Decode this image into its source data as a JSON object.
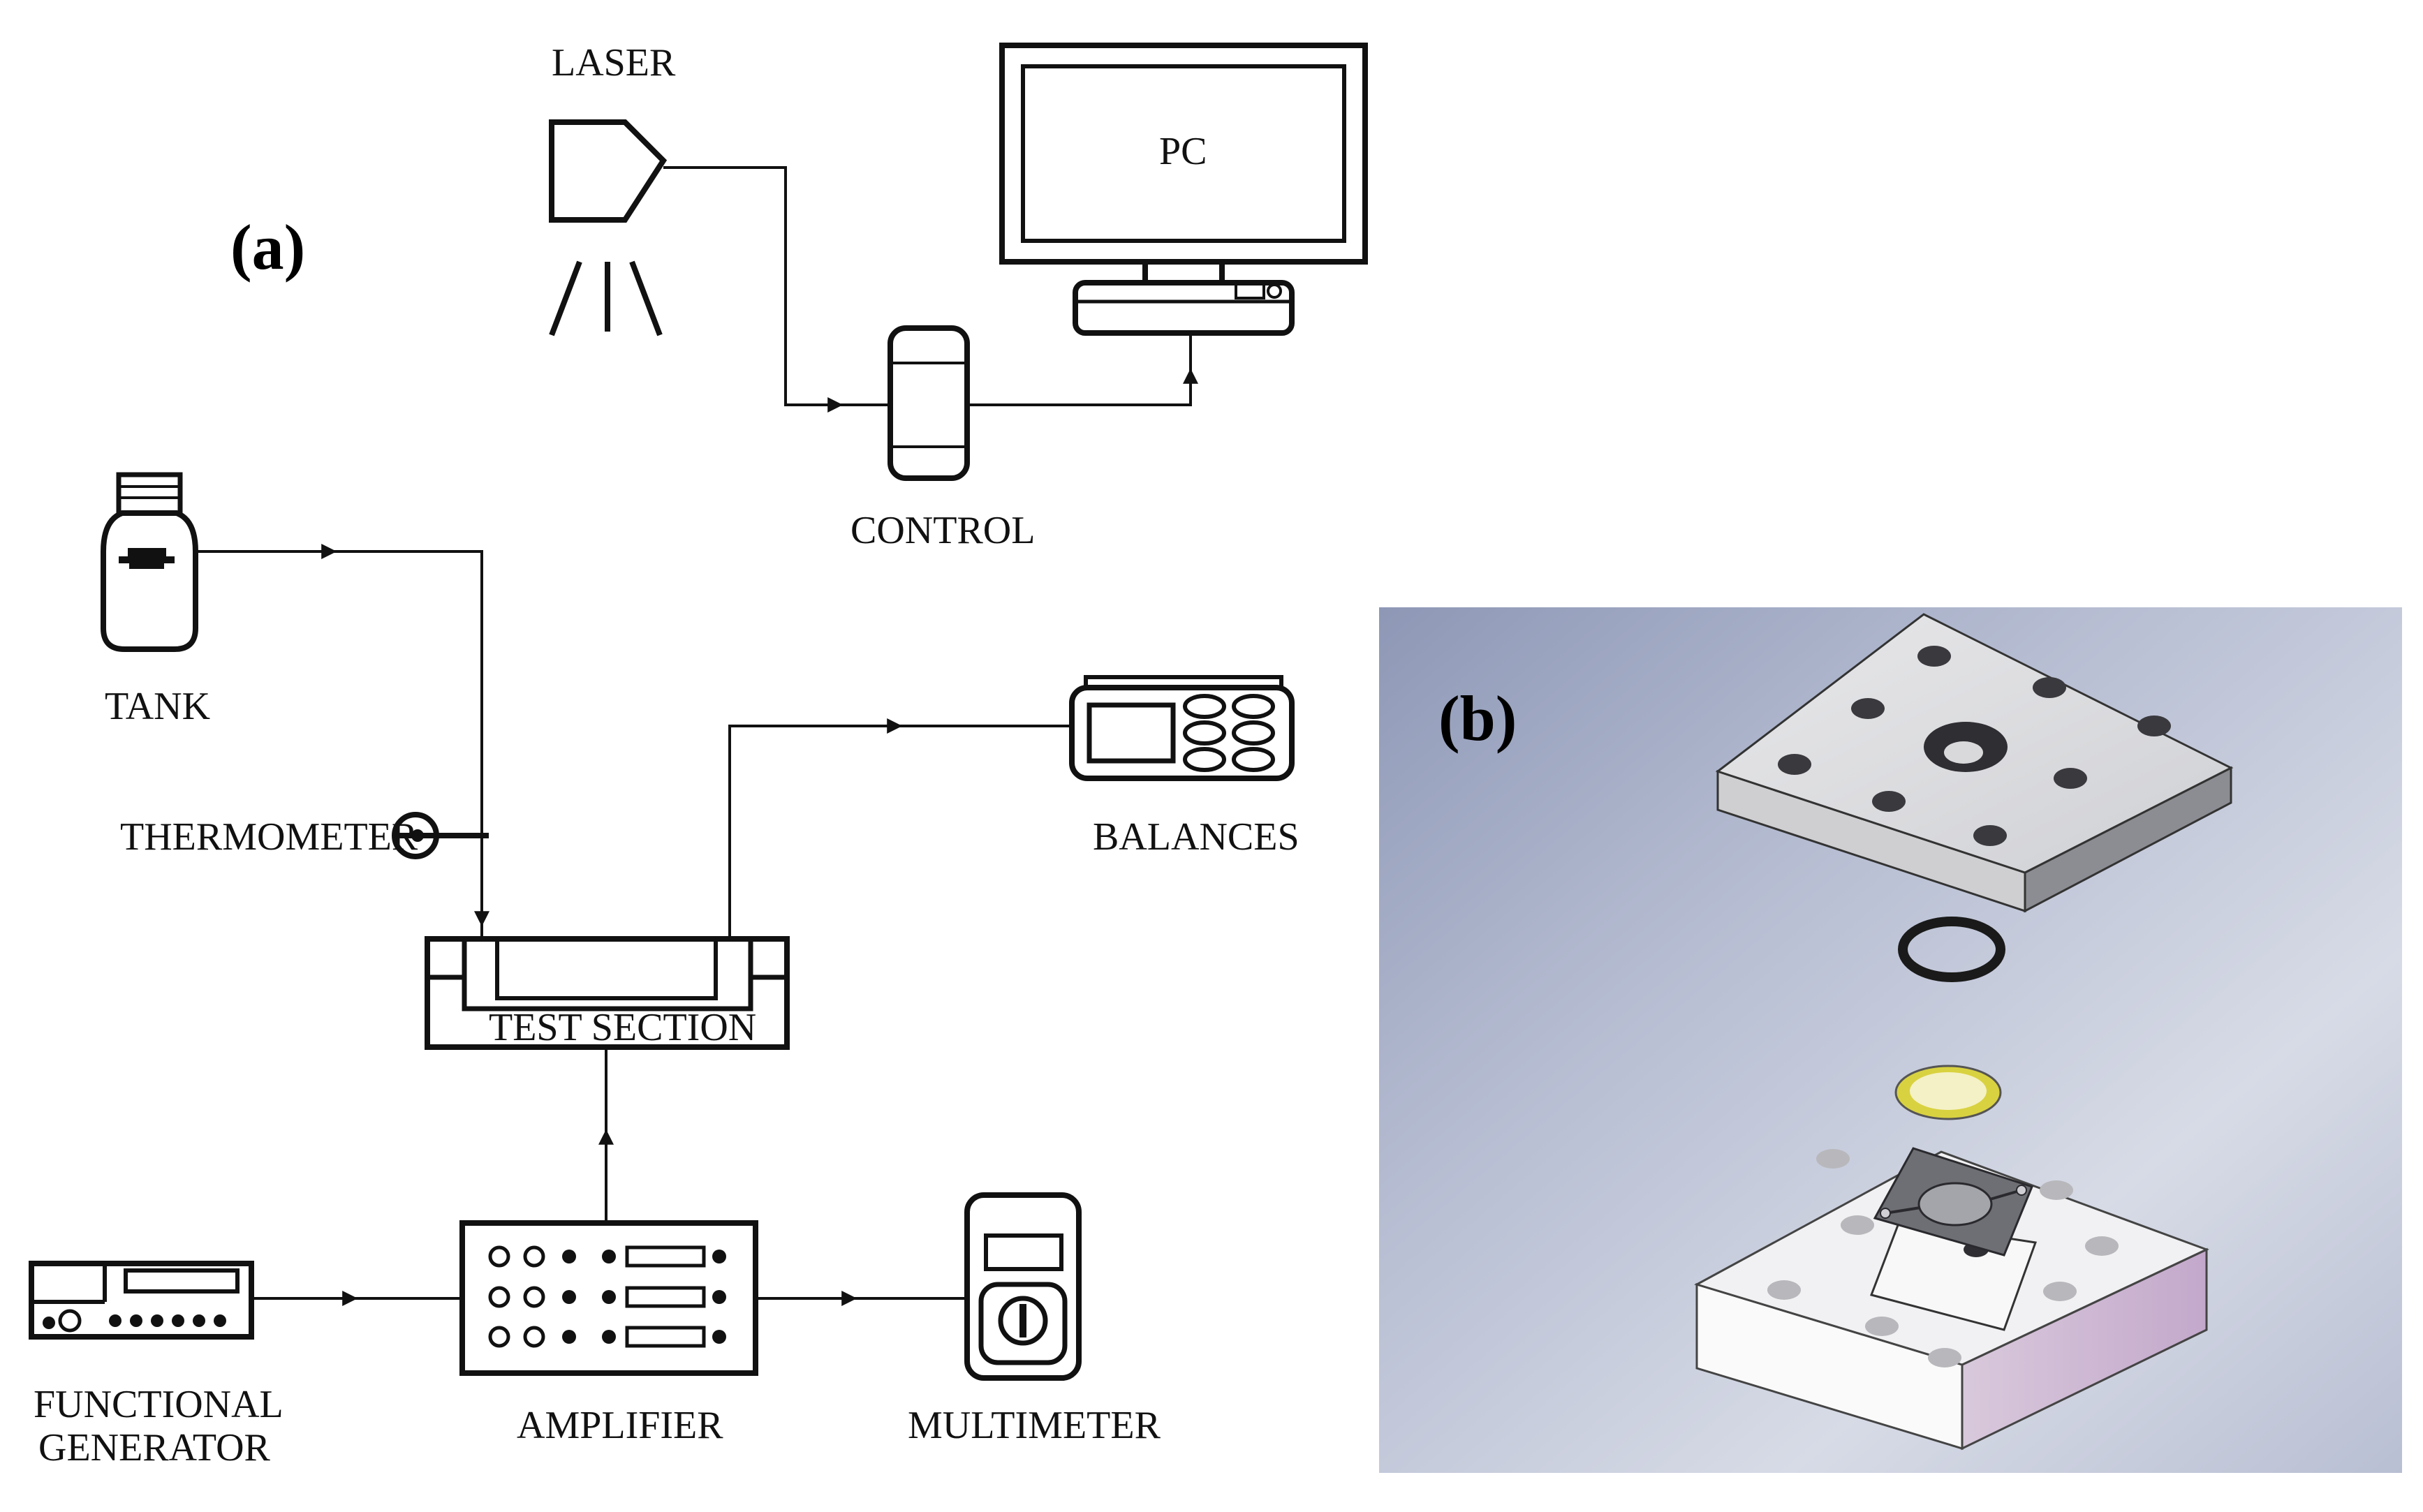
{
  "panel_a": {
    "label": "(a)",
    "components": {
      "laser": "LASER",
      "pc": "PC",
      "control": "CONTROL",
      "tank": "TANK",
      "thermometer": "THERMOMETER",
      "balances": "BALANCES",
      "test_section": "TEST SECTION",
      "functional_generator_line1": "FUNCTIONAL",
      "functional_generator_line2": "GENERATOR",
      "amplifier": "AMPLIFIER",
      "multimeter": "MULTIMETER"
    }
  },
  "panel_b": {
    "label": "(b)",
    "background_color": "#a9b1c9",
    "parts": [
      "top-plate",
      "o-ring",
      "piezo-disc",
      "microchannel-chip",
      "bottom-plate"
    ]
  }
}
